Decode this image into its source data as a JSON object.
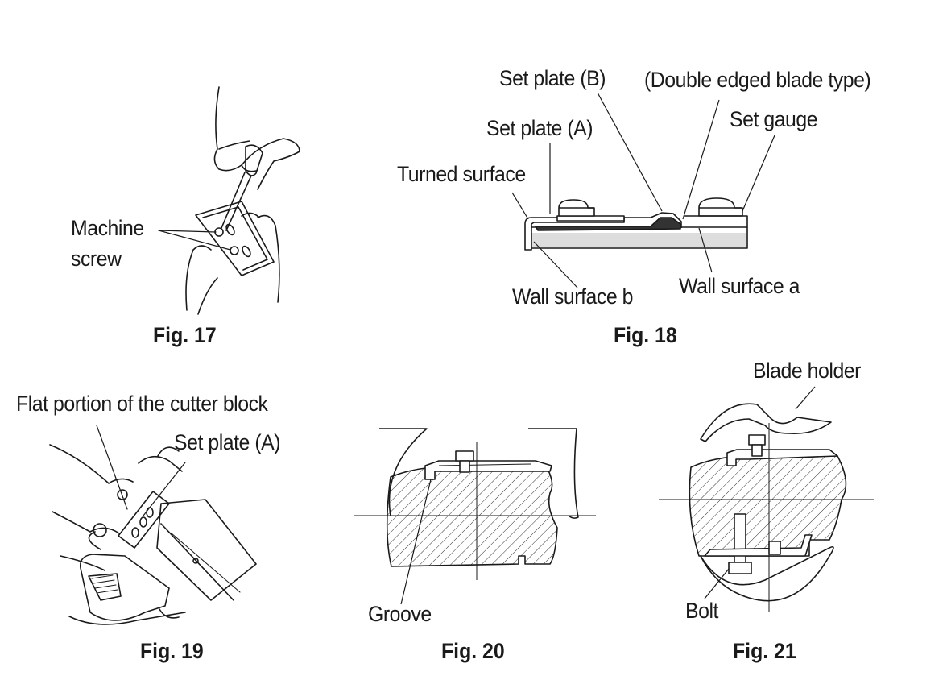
{
  "figures": {
    "fig17": {
      "caption": "Fig. 17",
      "labels": {
        "machine_screw_line1": "Machine",
        "machine_screw_line2": "screw"
      }
    },
    "fig18": {
      "caption": "Fig. 18",
      "labels": {
        "set_plate_b": "Set plate (B)",
        "double_edged": "(Double edged blade type)",
        "set_gauge": "Set gauge",
        "set_plate_a": "Set plate (A)",
        "turned_surface": "Turned surface",
        "wall_surface_b": "Wall surface b",
        "wall_surface_a": "Wall surface a"
      }
    },
    "fig19": {
      "caption": "Fig. 19",
      "labels": {
        "flat_portion": "Flat portion of the cutter block",
        "set_plate_a": "Set plate (A)"
      }
    },
    "fig20": {
      "caption": "Fig. 20",
      "labels": {
        "groove": "Groove"
      }
    },
    "fig21": {
      "caption": "Fig. 21",
      "labels": {
        "blade_holder": "Blade holder",
        "bolt": "Bolt"
      }
    }
  }
}
